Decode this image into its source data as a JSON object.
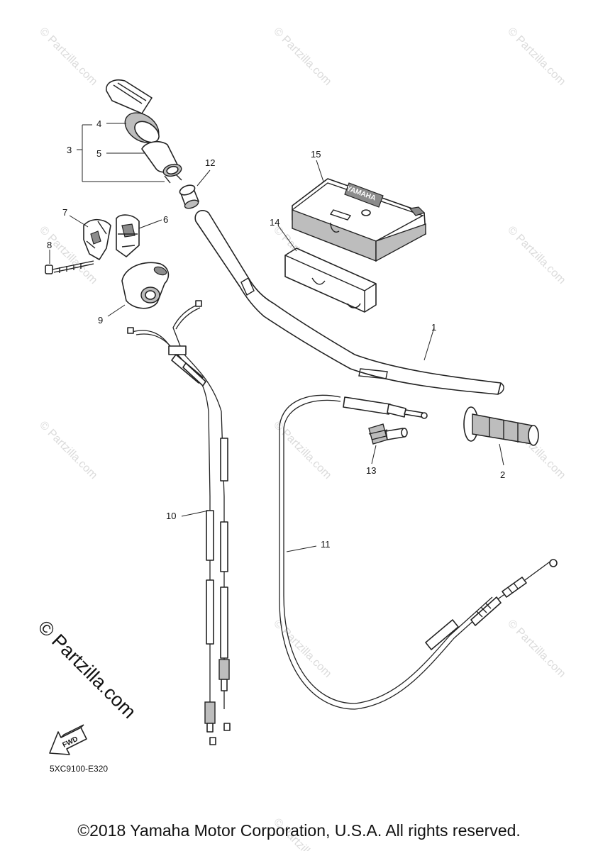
{
  "callouts": {
    "c1": "1",
    "c2": "2",
    "c3": "3",
    "c4": "4",
    "c5": "5",
    "c6": "6",
    "c7": "7",
    "c8": "8",
    "c9": "9",
    "c10": "10",
    "c11": "11",
    "c12": "12",
    "c13": "13",
    "c14": "14",
    "c15": "15"
  },
  "watermark": {
    "text": "© Partzilla.com"
  },
  "fwd_label": "FWD",
  "brand_mark": "YAMAHA",
  "diagram_code": "5XC9100-E320",
  "copyright": "©2018 Yamaha Motor Corporation, U.S.A. All rights reserved."
}
